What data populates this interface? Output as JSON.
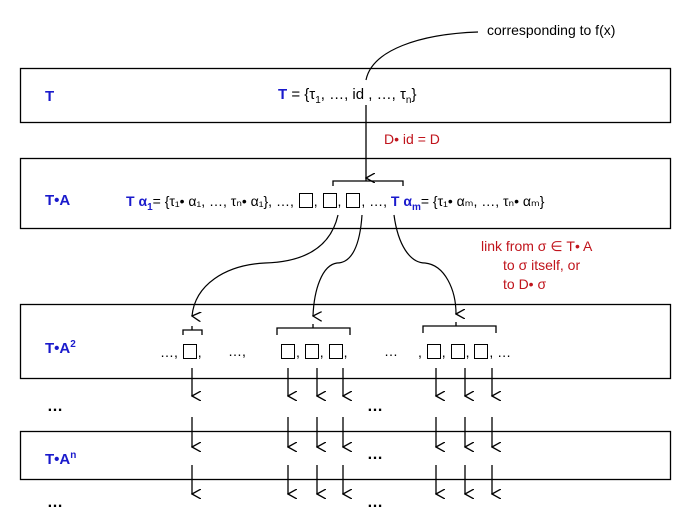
{
  "annotation_top": "corresponding to f(x)",
  "rows": [
    {
      "label": "T",
      "content": {
        "prefix": "T",
        "text": " = {τ",
        "sub1": "1",
        "mid": ", …, id ,  …, τ",
        "subn": "n",
        "end": "}"
      }
    },
    {
      "label": "T•A",
      "content": {
        "left_prefix": "T α",
        "left_sub": "1",
        "left_text": "= {τ₁• α₁, …,  τₙ• α₁}, …,",
        "sep": ",",
        "mid_text": ", …,",
        "right_prefix": "T α",
        "right_sub": "m",
        "right_text": "= {τ₁• αₘ, …,  τₙ• αₘ}"
      }
    },
    {
      "label": "T•A",
      "label_sup": "2",
      "content": {
        "g1_pre": "…,",
        "g1_post": ",",
        "gap1": "…,",
        "comma": ",",
        "gap2": "…",
        "g3_pre": ",",
        "g3_post": ", …"
      }
    },
    {
      "label": "T•A",
      "label_sup": "n"
    }
  ],
  "edge_label_did": "D• id = D",
  "link_note": [
    "link from σ ∈ T• A",
    "to σ itself,  or",
    "to D• σ"
  ],
  "ellipsis": "…",
  "colors": {
    "label_blue": "#1a1acc",
    "annotation_red": "#c0141c",
    "line": "#000000"
  }
}
